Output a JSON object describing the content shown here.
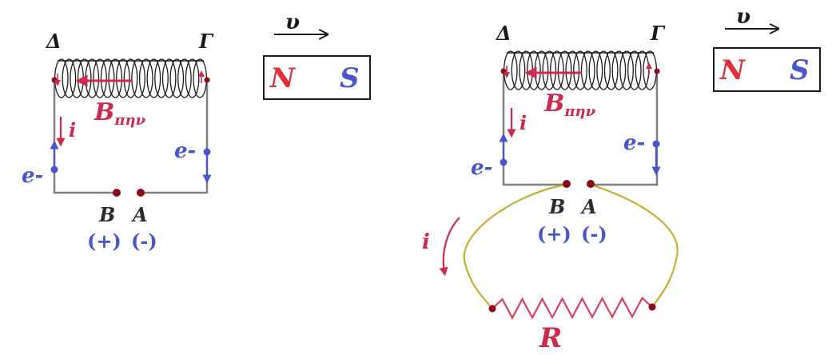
{
  "colors": {
    "wire": "#808080",
    "coil": "#1a1a1a",
    "red": "#cc2a4e",
    "blue": "#4a55cc",
    "dark": "#2a2a2a",
    "terminal": "#8b0a1a",
    "load_wire": "#c2b030",
    "resistor": "#d84060"
  },
  "left": {
    "coil_left_label": "Δ",
    "coil_right_label": "Γ",
    "field_label": "B",
    "field_subscript": "πην",
    "current_label": "i",
    "electron_left": "e-",
    "electron_right": "e-",
    "terminal_b": "B",
    "terminal_a": "A",
    "polarity_b": "(+)",
    "polarity_a": "(-)",
    "magnet_n": "N",
    "magnet_s": "S",
    "velocity": "υ"
  },
  "right": {
    "coil_left_label": "Δ",
    "coil_right_label": "Γ",
    "field_label": "B",
    "field_subscript": "πην",
    "current_label": "i",
    "load_current_label": "i",
    "electron_left": "e-",
    "electron_right": "e-",
    "terminal_b": "B",
    "terminal_a": "A",
    "polarity_b": "(+)",
    "polarity_a": "(-)",
    "magnet_n": "N",
    "magnet_s": "S",
    "velocity": "υ",
    "resistor_label": "R"
  }
}
